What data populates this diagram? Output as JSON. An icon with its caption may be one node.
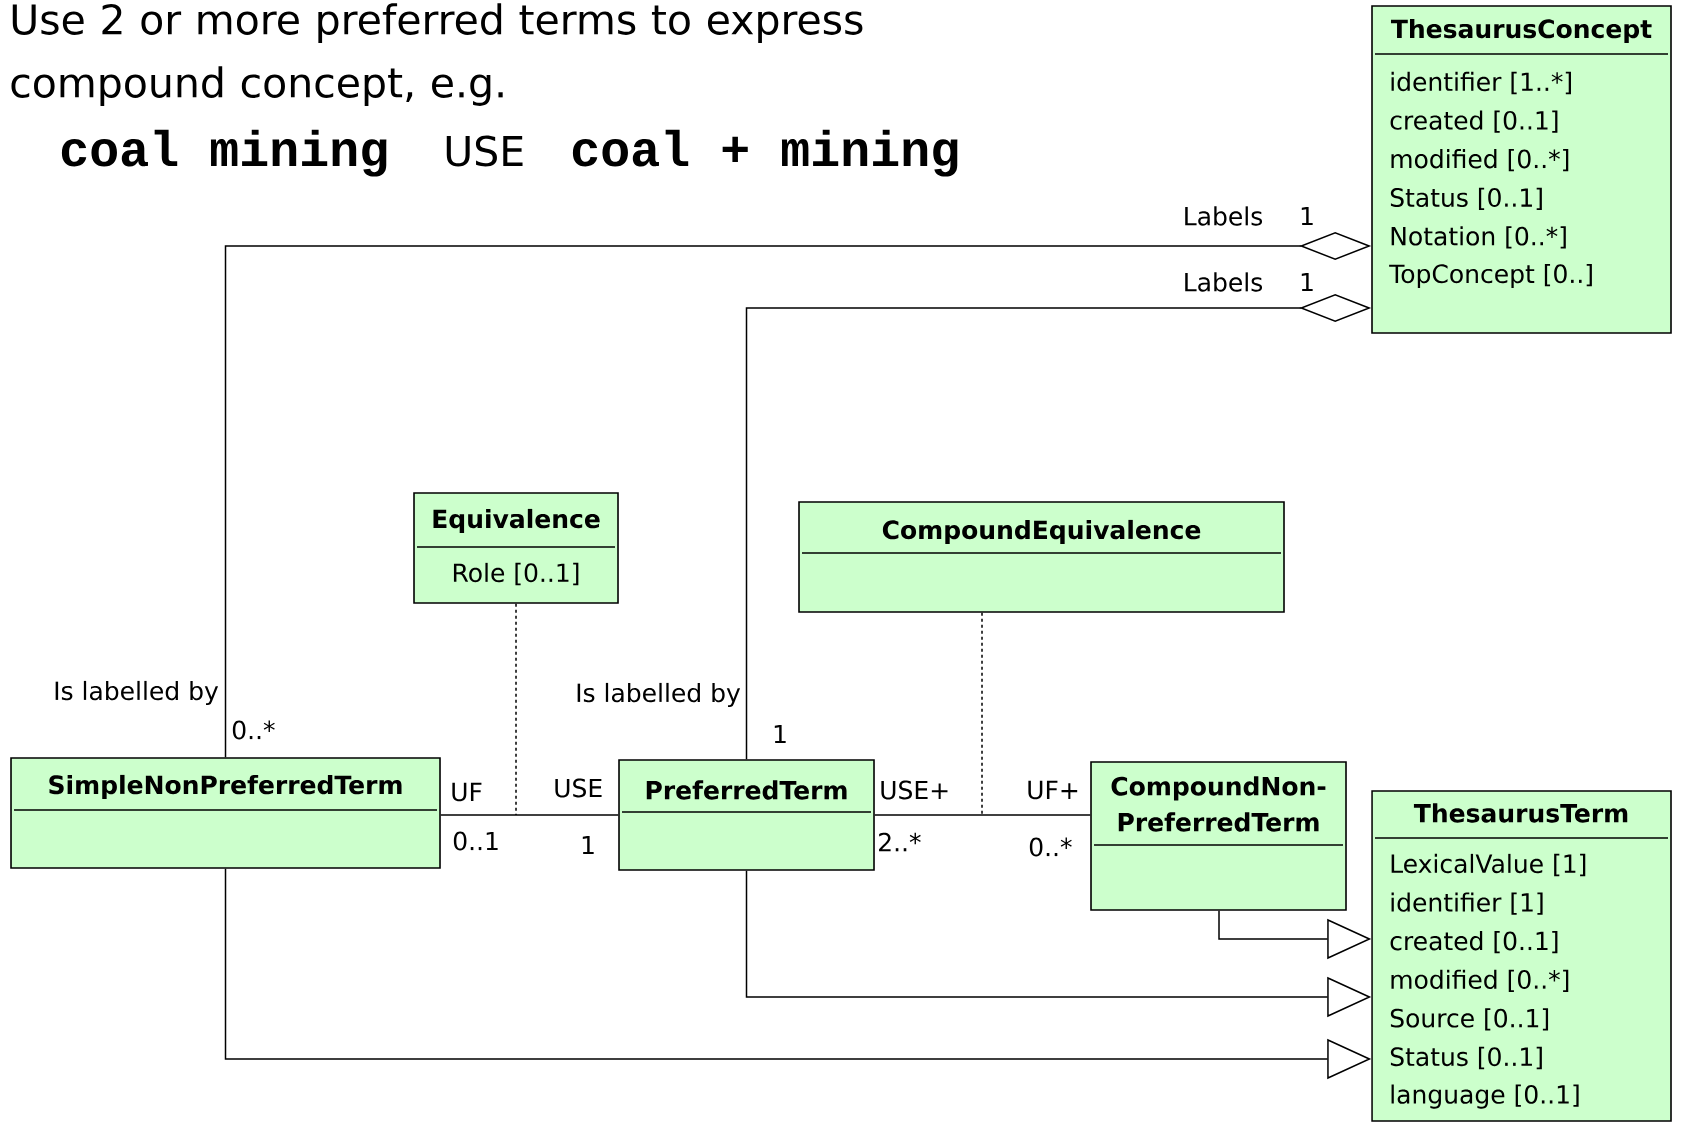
{
  "diagram": {
    "nodes": [
      {
        "text": [
          "ThesaurusConcept",
          "identifier [1..*]",
          "created [0..1]",
          "modified [0..*]",
          "Status [0..1]",
          "Notation [0..*]",
          "TopConcept [0..]"
        ]
      },
      {
        "text": [
          "Equivalence",
          "Role [0..1]"
        ]
      },
      {
        "text": [
          "CompoundEquivalence"
        ]
      },
      {
        "text": [
          "SimpleNonPreferredTerm"
        ]
      },
      {
        "text": [
          "PreferredTerm"
        ]
      },
      {
        "text": [
          "CompoundNon-PreferredTerm"
        ]
      },
      {
        "text": [
          "ThesaurusTerm",
          "LexicalValue [1]",
          "identifier [1]",
          "created [0..1]",
          "modified [0..*]",
          "Source [0..1]",
          "Status [0..1]",
          "language [0..1]"
        ]
      }
    ],
    "edges": [
      {
        "from": 3,
        "to": 0,
        "arrow": "other"
      },
      {
        "from": 4,
        "to": 0,
        "arrow": "other"
      },
      {
        "from": 3,
        "to": 4,
        "arrow": "none"
      },
      {
        "from": 4,
        "to": 5,
        "arrow": "none"
      },
      {
        "from": 1,
        "to": null,
        "arrow": "none",
        "style": "dashed"
      },
      {
        "from": 2,
        "to": null,
        "arrow": "none",
        "style": "dashed"
      },
      {
        "from": 5,
        "to": 6,
        "arrow": "to"
      },
      {
        "from": 4,
        "to": 6,
        "arrow": "to"
      },
      {
        "from": 3,
        "to": 6,
        "arrow": "to"
      }
    ],
    "labels": [
      "Use 2 or more preferred terms to express compound concept, e.g.",
      "coal mining",
      "USE",
      "coal + mining",
      "Labels",
      "1",
      "Labels",
      "1",
      "Is labelled by",
      "0..*",
      "Is labelled by",
      "1",
      "UF",
      "0..1",
      "USE",
      "1",
      "USE+",
      "2..*",
      "UF+",
      "0..*"
    ]
  }
}
